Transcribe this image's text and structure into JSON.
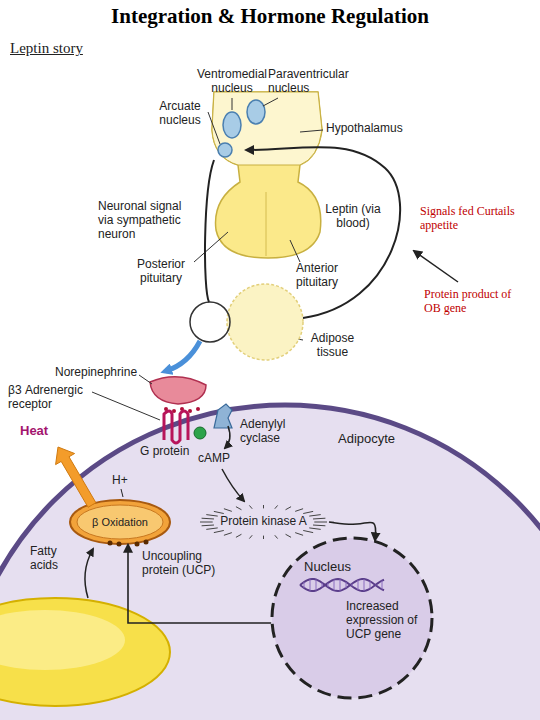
{
  "diagram": {
    "title": "Integration & Hormone Regulation",
    "nodes": [
      {
        "text": [
          "Adipocyte"
        ]
      },
      {
        "text": [
          "β Oxidation"
        ],
        "in": 0
      },
      {
        "text": [
          "Protein kinase A"
        ],
        "in": 0
      },
      {
        "text": [
          "Nucleus",
          "Increased expression of UCP gene"
        ],
        "in": 0
      }
    ],
    "edges": [
      {
        "from": 2,
        "to": 3,
        "arrow": "to"
      },
      {
        "from": 3,
        "to": 1,
        "arrow": "to"
      }
    ],
    "labels": [
      "Leptin story",
      "Ventromedial nucleus",
      "Paraventricular nucleus",
      "Arcuate nucleus",
      "Hypothalamus",
      "Neuronal signal via sympathetic neuron",
      "Leptin (via blood)",
      "Signals fed Curtails appetite",
      "Posterior pituitary",
      "Anterior pituitary",
      "Protein product of OB gene",
      "Adipose tissue",
      "Norepinephrine",
      "β3 Adrenergic receptor",
      "Heat",
      "G protein",
      "Adenylyl cyclase",
      "cAMP",
      "H+",
      "Fatty acids",
      "Uncoupling protein (UCP)"
    ]
  }
}
